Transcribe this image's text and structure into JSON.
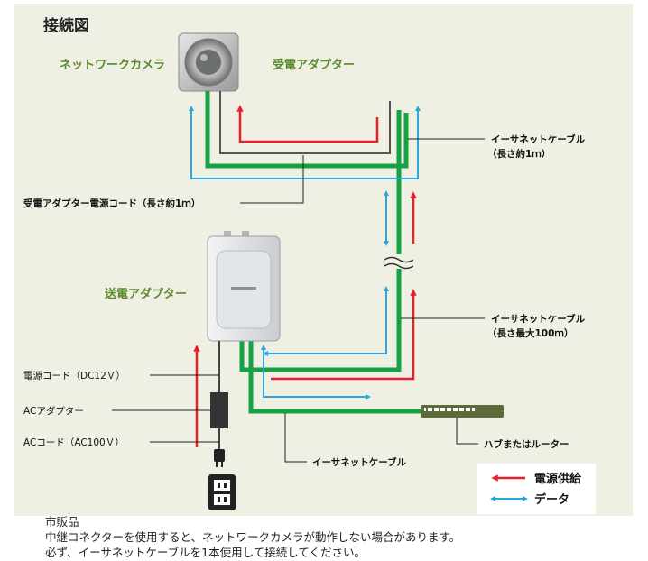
{
  "title": "接続図",
  "labels": {
    "camera": "ネットワークカメラ",
    "receiving_adapter": "受電アダプター",
    "sending_adapter": "送電アダプター",
    "ethernet_cable_1m_line1": "イーサネットケーブル",
    "ethernet_cable_1m_line2": "（長さ約1ｍ）",
    "adapter_power_cord": "受電アダプター電源コード（長さ約1ｍ）",
    "ethernet_cable_100m_line1": "イーサネットケーブル",
    "ethernet_cable_100m_line2": "（長さ最大100ｍ）",
    "power_cord": "電源コード（DC12Ｖ）",
    "ac_adapter": "ACアダプター",
    "ac_cord": "ACコード（AC100Ｖ）",
    "ethernet_cable_hub": "イーサネットケーブル",
    "hub_router": "ハブまたはルーター"
  },
  "legend": {
    "power": "電源供給",
    "data": "データ"
  },
  "colors": {
    "power_arrow": "#e8202a",
    "data_arrow": "#2aa7e0",
    "cable_green": "#17a044",
    "background": "#efefe3"
  },
  "notes": {
    "line1": "市販品",
    "line2": "中継コネクターを使用すると、ネットワークカメラが動作しない場合があります。",
    "line3": "必ず、イーサネットケーブルを1本使用して接続してください。"
  }
}
